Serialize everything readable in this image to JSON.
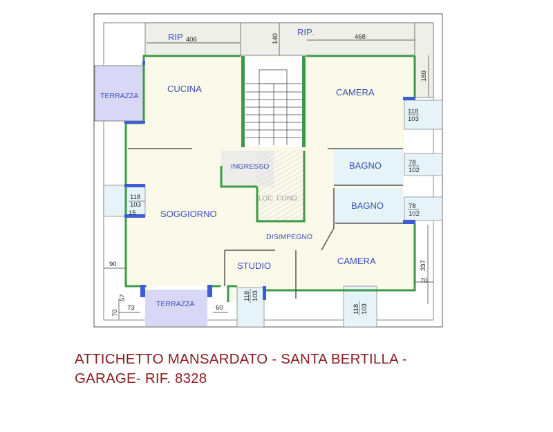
{
  "floorplan": {
    "rooms": {
      "cucina": "CUCINA",
      "camera_top": "CAMERA",
      "terrazza_left": "TERRAZZA",
      "terrazza_bottom": "TERRAZZA",
      "ingresso": "INGRESSO",
      "loc_cond": "LOC. COND.",
      "bagno_1": "BAGNO",
      "bagno_2": "BAGNO",
      "soggiorno": "SOGGIORNO",
      "disimpegno": "DISIMPEGNO",
      "studio": "STUDIO",
      "camera_bottom": "CAMERA",
      "rip_left": "RIP",
      "rip_right": "RIP."
    },
    "dimensions": {
      "d406": "406",
      "d140": "140",
      "d468": "468",
      "d180": "180",
      "d90": "90",
      "d337": "337",
      "d70_right": "70",
      "d57": "57",
      "d70_left": "70",
      "d73": "73",
      "d60": "60",
      "d15": "15"
    },
    "windows": {
      "w_top_num": "118",
      "w_top_den": "103",
      "w_left_num": "118",
      "w_left_den": "103",
      "w_studio_num": "118",
      "w_studio_den": "103",
      "w_camera_num": "118",
      "w_camera_den": "103",
      "w_bagno1_num": "78",
      "w_bagno1_den": "102",
      "w_bagno2_num": "78",
      "w_bagno2_den": "102"
    },
    "colors": {
      "wall": "#3c9a46",
      "room_fill": "#fbf9e9",
      "terrace_fill": "#d8d8f6",
      "bath_fill": "#e6f3f9",
      "label": "#3a4fb8"
    }
  },
  "caption": {
    "line1": "ATTICHETTO MANSARDATO - SANTA BERTILLA -",
    "line2": "GARAGE- RIF. 8328"
  }
}
